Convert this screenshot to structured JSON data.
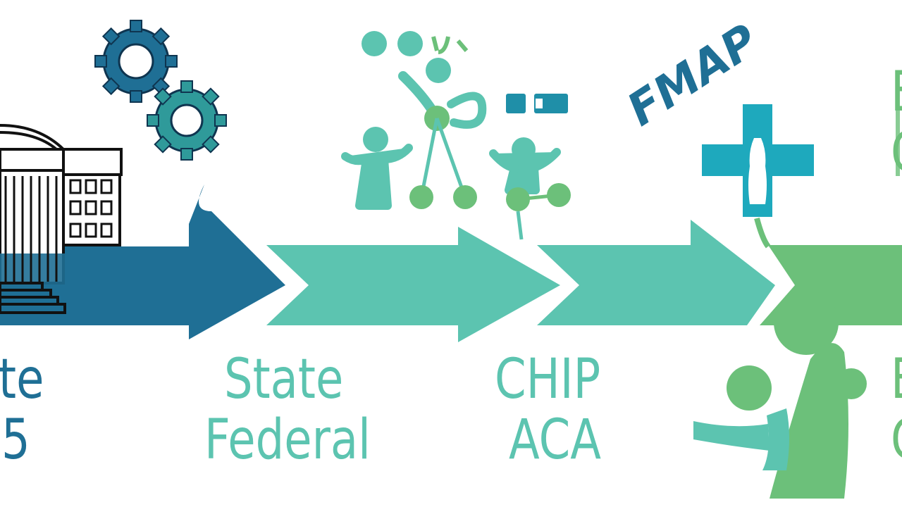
{
  "stages": [
    {
      "line1": "te",
      "line2": "5",
      "color": "#1f6f95"
    },
    {
      "line1": "State",
      "line2": "Federal",
      "color": "#5cc4b0"
    },
    {
      "line1": "CHIP",
      "line2": "ACA",
      "color": "#5cc4b0"
    },
    {
      "line1": "E",
      "line2": "C",
      "color": "#6cc07a"
    },
    {
      "line1": "E",
      "line2": "C",
      "color": "#6cc07a"
    }
  ],
  "fmap_text": "FMAP",
  "colors": {
    "navy": "#1f6f95",
    "teal": "#5cc4b0",
    "aqua": "#1ea9bd",
    "green": "#6cc07a"
  }
}
